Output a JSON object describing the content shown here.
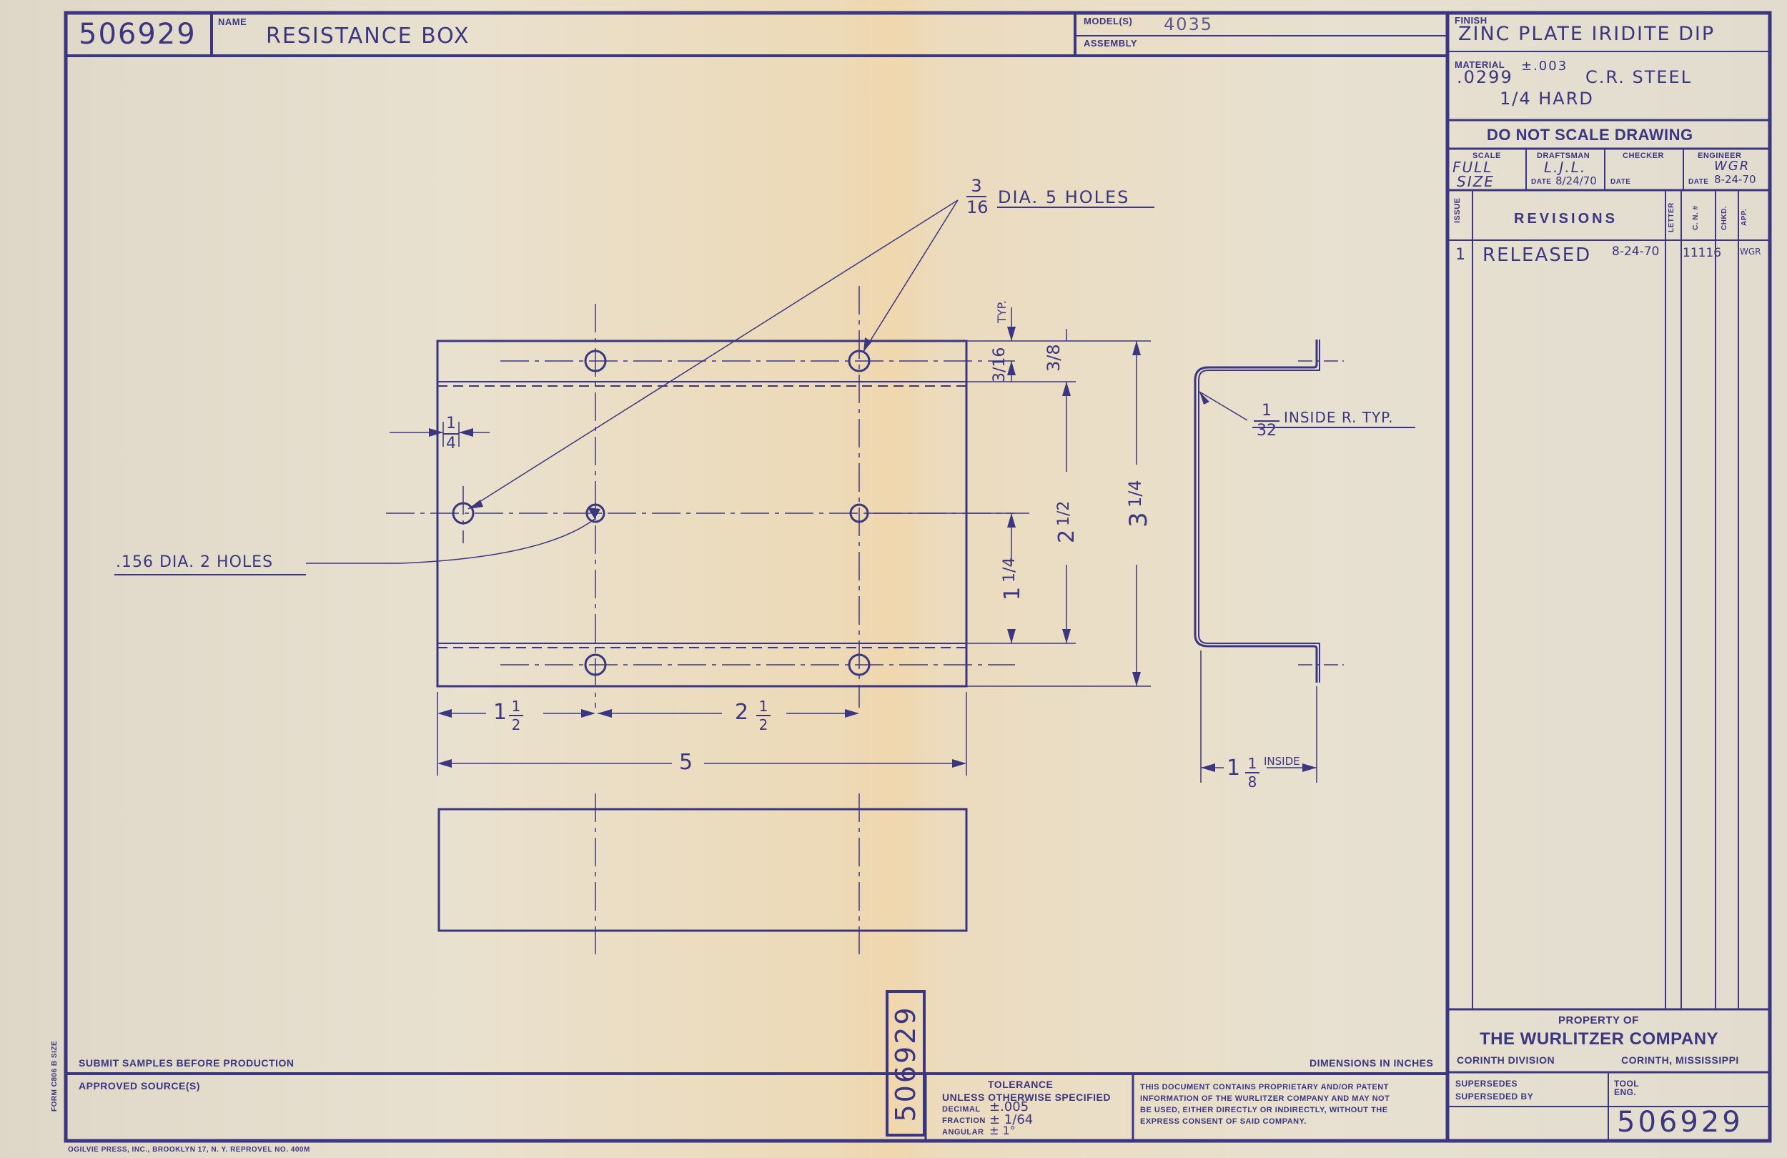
{
  "title_block": {
    "part_number": "506929",
    "name_label": "NAME",
    "name": "RESISTANCE BOX",
    "models_label": "MODEL(S)",
    "models": "4035",
    "assembly_label": "ASSEMBLY",
    "finish_label": "FINISH",
    "finish": "ZINC PLATE IRIDITE DIP",
    "material_label": "MATERIAL",
    "material_thickness": ".0299",
    "material_tolerance": "±.003",
    "material_spec": "C.R. STEEL",
    "material_hardness": "1/4 HARD",
    "do_not_scale": "DO NOT SCALE DRAWING",
    "scale_label": "SCALE",
    "scale_line1": "FULL",
    "scale_line2": "SIZE",
    "draftsman_label": "DRAFTSMAN",
    "draftsman": "L.J.L.",
    "date_label": "DATE",
    "draftsman_date": "8/24/70",
    "checker_label": "CHECKER",
    "engineer_label": "ENGINEER",
    "engineer": "WGR",
    "engineer_date": "8-24-70"
  },
  "revisions": {
    "issue_header": "ISSUE",
    "title": "REVISIONS",
    "letter_header": "LETTER",
    "cn_header": "C. N. #",
    "chkd_header": "CHKD.",
    "app_header": "APP.",
    "rows": [
      {
        "issue": "1",
        "description": "RELEASED",
        "date": "8-24-70",
        "cn": "11116",
        "app": "WGR"
      }
    ]
  },
  "property": {
    "label": "PROPERTY OF",
    "company": "THE WURLITZER COMPANY",
    "division": "CORINTH DIVISION",
    "location": "CORINTH, MISSISSIPPI",
    "supersedes": "SUPERSEDES",
    "superseded_by": "SUPERSEDED BY",
    "tool_eng": "TOOL ENG.",
    "part_number": "506929"
  },
  "footer": {
    "submit_samples": "SUBMIT SAMPLES BEFORE PRODUCTION",
    "approved_sources": "APPROVED SOURCE(S)",
    "dimensions_note": "DIMENSIONS IN INCHES",
    "tolerance_title": "TOLERANCE",
    "tolerance_sub": "UNLESS OTHERWISE SPECIFIED",
    "decimal_label": "DECIMAL",
    "decimal_value": "±.005",
    "fraction_label": "FRACTION",
    "fraction_value": "± 1/64",
    "angular_label": "ANGULAR",
    "angular_value": "± 1°",
    "proprietary_line1": "THIS DOCUMENT CONTAINS PROPRIETARY AND/OR PATENT",
    "proprietary_line2": "INFORMATION OF THE WURLITZER COMPANY AND MAY NOT",
    "proprietary_line3": "BE USED, EITHER DIRECTLY OR INDIRECTLY, WITHOUT THE",
    "proprietary_line4": "EXPRESS CONSENT OF SAID COMPANY.",
    "form_note": "FORM C806 B SIZE",
    "printer_note": "OGILVIE PRESS, INC., BROOKLYN 17, N. Y.    REPROVEL NO. 400M",
    "side_number": "506929"
  },
  "annotations": {
    "holes_large_frac_num": "3",
    "holes_large_frac_den": "16",
    "holes_large_text": "DIA. 5 HOLES",
    "holes_small": ".156 DIA. 2 HOLES",
    "inside_radius_num": "1",
    "inside_radius_den": "32",
    "inside_radius_text": "INSIDE R. TYP.",
    "typ_label": "TYP.",
    "flange_inside_text": "INSIDE"
  },
  "dimensions": {
    "quarter": "1/4",
    "three_sixteenths": "3/16",
    "three_eighths": "3/8",
    "one_quarter_whole": "1",
    "two_half_whole": "2",
    "three_quarter_whole": "3",
    "half_frac": "1/2",
    "quarter_frac": "1/4",
    "one_half_whole": "1",
    "two_half_h_whole": "2",
    "overall_width": "5",
    "flange_whole": "1",
    "flange_frac": "1/8"
  }
}
